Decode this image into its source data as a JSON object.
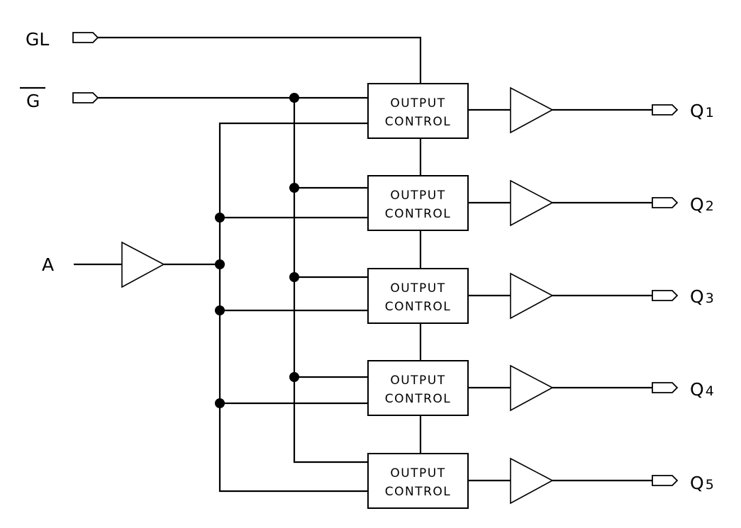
{
  "inputs": {
    "gl": "GL",
    "g_bar": "G",
    "a": "A"
  },
  "blocks": [
    {
      "line1": "OUTPUT",
      "line2": "CONTROL"
    },
    {
      "line1": "OUTPUT",
      "line2": "CONTROL"
    },
    {
      "line1": "OUTPUT",
      "line2": "CONTROL"
    },
    {
      "line1": "OUTPUT",
      "line2": "CONTROL"
    },
    {
      "line1": "OUTPUT",
      "line2": "CONTROL"
    }
  ],
  "outputs": [
    {
      "letter": "Q",
      "index": "1"
    },
    {
      "letter": "Q",
      "index": "2"
    },
    {
      "letter": "Q",
      "index": "3"
    },
    {
      "letter": "Q",
      "index": "4"
    },
    {
      "letter": "Q",
      "index": "5"
    }
  ]
}
